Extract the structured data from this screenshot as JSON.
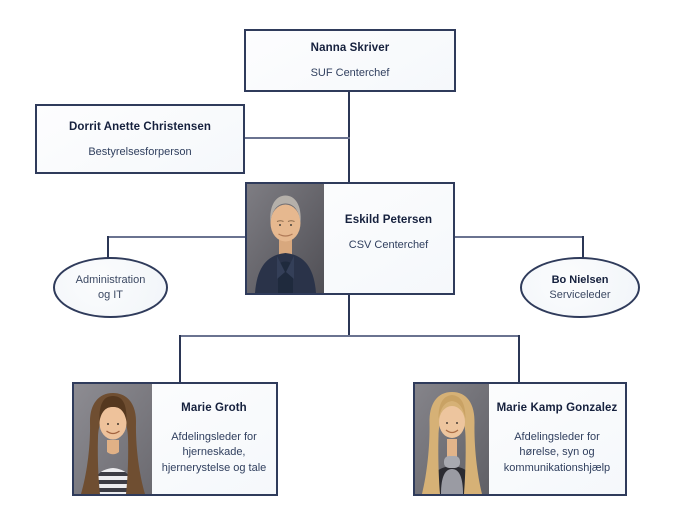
{
  "colors": {
    "background": "#ffffff",
    "node_border": "#2f3b5b",
    "node_fill": "#f7f9fc",
    "connector_horizontal": "#6a7390",
    "connector_vertical": "#2b3655",
    "name_text": "#15203d",
    "title_text": "#31405f"
  },
  "org_chart": {
    "nodes": {
      "nanna": {
        "name": "Nanna Skriver",
        "title": "SUF Centerchef"
      },
      "dorrit": {
        "name": "Dorrit Anette Christensen",
        "title": "Bestyrelsesforperson"
      },
      "eskild": {
        "name": "Eskild Petersen",
        "title": "CSV Centerchef"
      },
      "administration": {
        "label_lines": [
          "Administration",
          "og IT"
        ]
      },
      "bo": {
        "name": "Bo Nielsen",
        "title": "Serviceleder"
      },
      "marie_groth": {
        "name": "Marie Groth",
        "title_lines": [
          "Afdelingsleder for",
          "hjerneskade,",
          "hjernerystelse og tale"
        ]
      },
      "marie_kamp": {
        "name": "Marie Kamp Gonzalez",
        "title_lines": [
          "Afdelingsleder for",
          "hørelse, syn og",
          "kommunikationshjælp"
        ]
      }
    }
  }
}
